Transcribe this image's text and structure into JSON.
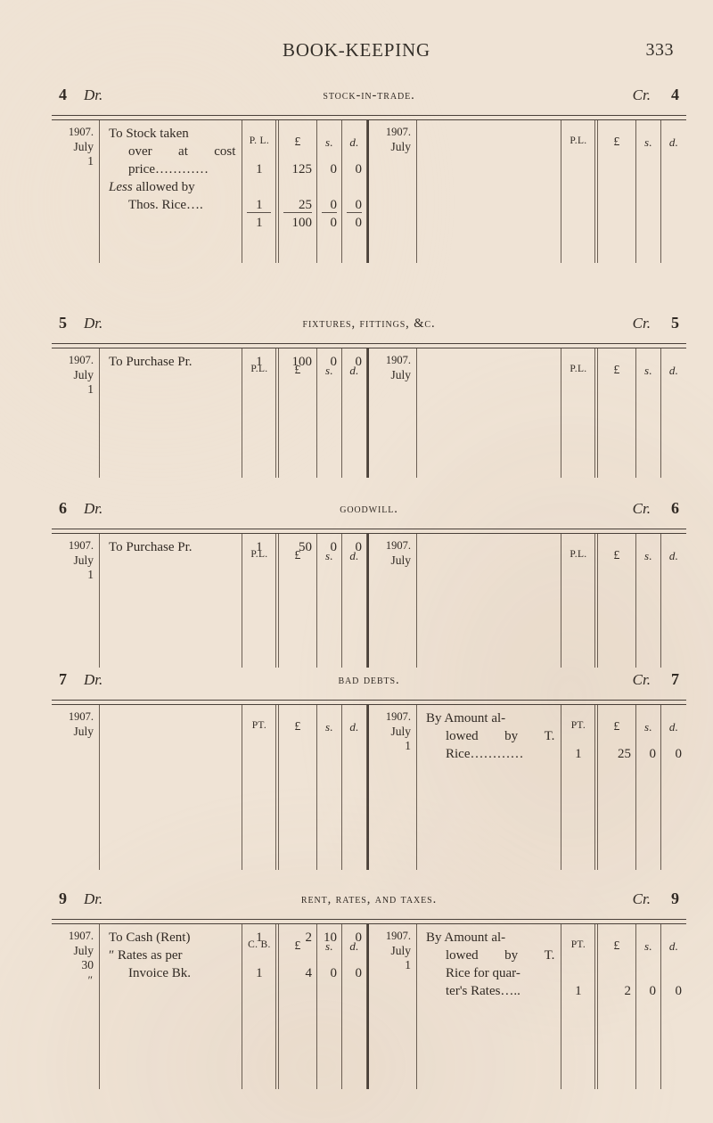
{
  "page": {
    "book_title": "BOOK-KEEPING",
    "folio": "333"
  },
  "labels": {
    "dr": "Dr.",
    "cr": "Cr.",
    "ditto": "″"
  },
  "accounts": [
    {
      "folio": "4",
      "title": "Stock-in-Trade.",
      "debit": {
        "col_headers": {
          "fol": "P. L.",
          "pounds": "£",
          "shillings": "s.",
          "pence": "d."
        },
        "date": {
          "year": "1907.",
          "month": "July",
          "day": "1"
        },
        "lines": [
          {
            "text": "To Stock taken",
            "indent": false
          },
          {
            "text": "over at cost",
            "indent": true,
            "justify": true,
            "words": [
              "over",
              "at",
              "cost"
            ]
          },
          {
            "text": "price…………",
            "indent": true,
            "fol": "1",
            "pounds": "125",
            "shillings": "0",
            "pence": "0"
          },
          {
            "text": "Less allowed by",
            "indent": false,
            "italic_lead": "Less",
            "rest": " allowed by"
          },
          {
            "text": "Thos. Rice….",
            "indent": true,
            "fol": "1",
            "pounds": "25",
            "shillings": "0",
            "pence": "0"
          },
          {
            "text": "",
            "indent": false,
            "rule": true,
            "fol": "1",
            "pounds": "100",
            "shillings": "0",
            "pence": "0"
          }
        ]
      },
      "credit": {
        "col_headers": {
          "fol": "P.L.",
          "pounds": "£",
          "shillings": "s.",
          "pence": "d."
        },
        "date": {
          "year": "1907.",
          "month": "July",
          "day": ""
        },
        "lines": []
      }
    },
    {
      "folio": "5",
      "title": "Fixtures, Fittings, &c.",
      "debit": {
        "col_headers": {
          "fol": "P.L.",
          "pounds": "£",
          "shillings": "s.",
          "pence": "d."
        },
        "date": {
          "year": "1907.",
          "month": "July",
          "day": "1"
        },
        "lines": [
          {
            "text": "To Purchase Pr.",
            "fol": "1",
            "pounds": "100",
            "shillings": "0",
            "pence": "0"
          }
        ]
      },
      "credit": {
        "col_headers": {
          "fol": "P.L.",
          "pounds": "£",
          "shillings": "s.",
          "pence": "d."
        },
        "date": {
          "year": "1907.",
          "month": "July",
          "day": ""
        },
        "lines": []
      }
    },
    {
      "folio": "6",
      "title": "Goodwill.",
      "debit": {
        "col_headers": {
          "fol": "P.L.",
          "pounds": "£",
          "shillings": "s.",
          "pence": "d."
        },
        "date": {
          "year": "1907.",
          "month": "July",
          "day": "1"
        },
        "lines": [
          {
            "text": "To Purchase Pr.",
            "fol": "1",
            "pounds": "50",
            "shillings": "0",
            "pence": "0"
          }
        ]
      },
      "credit": {
        "col_headers": {
          "fol": "P.L.",
          "pounds": "£",
          "shillings": "s.",
          "pence": "d."
        },
        "date": {
          "year": "1907.",
          "month": "July",
          "day": ""
        },
        "lines": []
      }
    },
    {
      "folio": "7",
      "title": "Bad Debts.",
      "debit": {
        "col_headers": {
          "fol": "PT.",
          "pounds": "£",
          "shillings": "s.",
          "pence": "d."
        },
        "date": {
          "year": "1907.",
          "month": "July",
          "day": ""
        },
        "lines": []
      },
      "credit": {
        "col_headers": {
          "fol": "PT.",
          "pounds": "£",
          "shillings": "s.",
          "pence": "d."
        },
        "date": {
          "year": "1907.",
          "month": "July",
          "day": "1"
        },
        "lines": [
          {
            "text": "By Amount al-",
            "indent": false
          },
          {
            "text": "lowed by T.",
            "indent": true,
            "justify": true,
            "words": [
              "lowed",
              "by",
              "T."
            ]
          },
          {
            "text": "Rice…………",
            "indent": true,
            "fol": "1",
            "pounds": "25",
            "shillings": "0",
            "pence": "0"
          }
        ]
      }
    },
    {
      "folio": "9",
      "title": "Rent, Rates, and Taxes.",
      "debit": {
        "col_headers": {
          "fol": "C. B.",
          "pounds": "£",
          "shillings": "s.",
          "pence": "d."
        },
        "date": {
          "year": "1907.",
          "month": "July",
          "day": "30",
          "day2": "″"
        },
        "lines": [
          {
            "text": "To Cash (Rent)",
            "fol": "1",
            "pounds": "2",
            "shillings": "10",
            "pence": "0"
          },
          {
            "text": "″ Rates as per",
            "indent": false
          },
          {
            "text": "Invoice Bk.",
            "indent": true,
            "fol": "1",
            "pounds": "4",
            "shillings": "0",
            "pence": "0"
          }
        ]
      },
      "credit": {
        "col_headers": {
          "fol": "PT.",
          "pounds": "£",
          "shillings": "s.",
          "pence": "d."
        },
        "date": {
          "year": "1907.",
          "month": "July",
          "day": "1"
        },
        "lines": [
          {
            "text": "By Amount al-",
            "indent": false
          },
          {
            "text": "lowed by T.",
            "indent": true,
            "justify": true,
            "words": [
              "lowed",
              "by",
              "T."
            ]
          },
          {
            "text": "Rice for quar-",
            "indent": true
          },
          {
            "text": "ter's Rates…..",
            "indent": true,
            "fol": "1",
            "pounds": "2",
            "shillings": "0",
            "pence": "0"
          }
        ]
      }
    }
  ]
}
